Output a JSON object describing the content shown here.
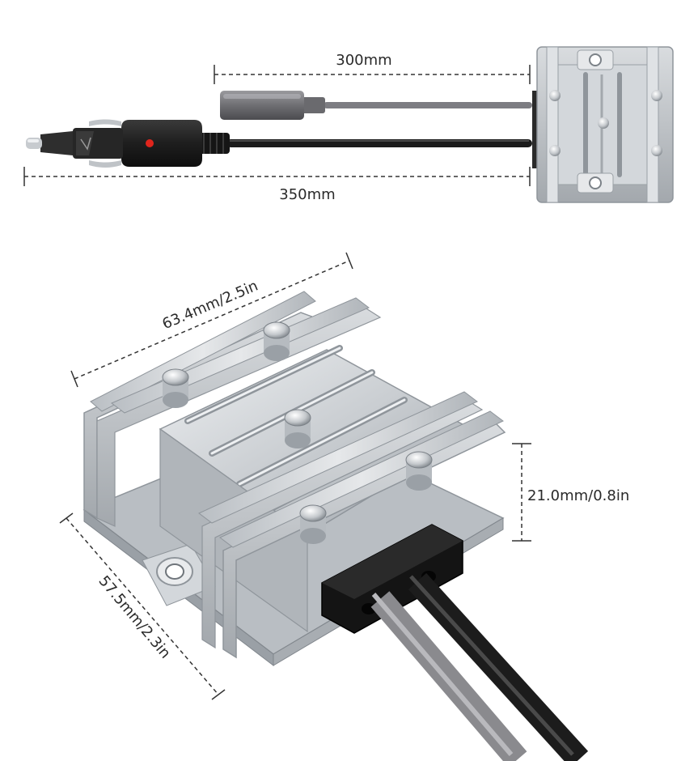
{
  "dimensions": {
    "cable_output_length": "300mm",
    "cable_input_length": "350mm",
    "module_length": "63.4mm/2.5in",
    "module_width": "57.5mm/2.3in",
    "module_height": "21.0mm/0.8in"
  },
  "colors": {
    "background": "#ffffff",
    "aluminum": "#c9cdd1",
    "aluminum_dark": "#8f959b",
    "cable_black": "#1c1c1c",
    "cable_gray": "#8a8a8e",
    "indicator_led": "#e0251c"
  }
}
